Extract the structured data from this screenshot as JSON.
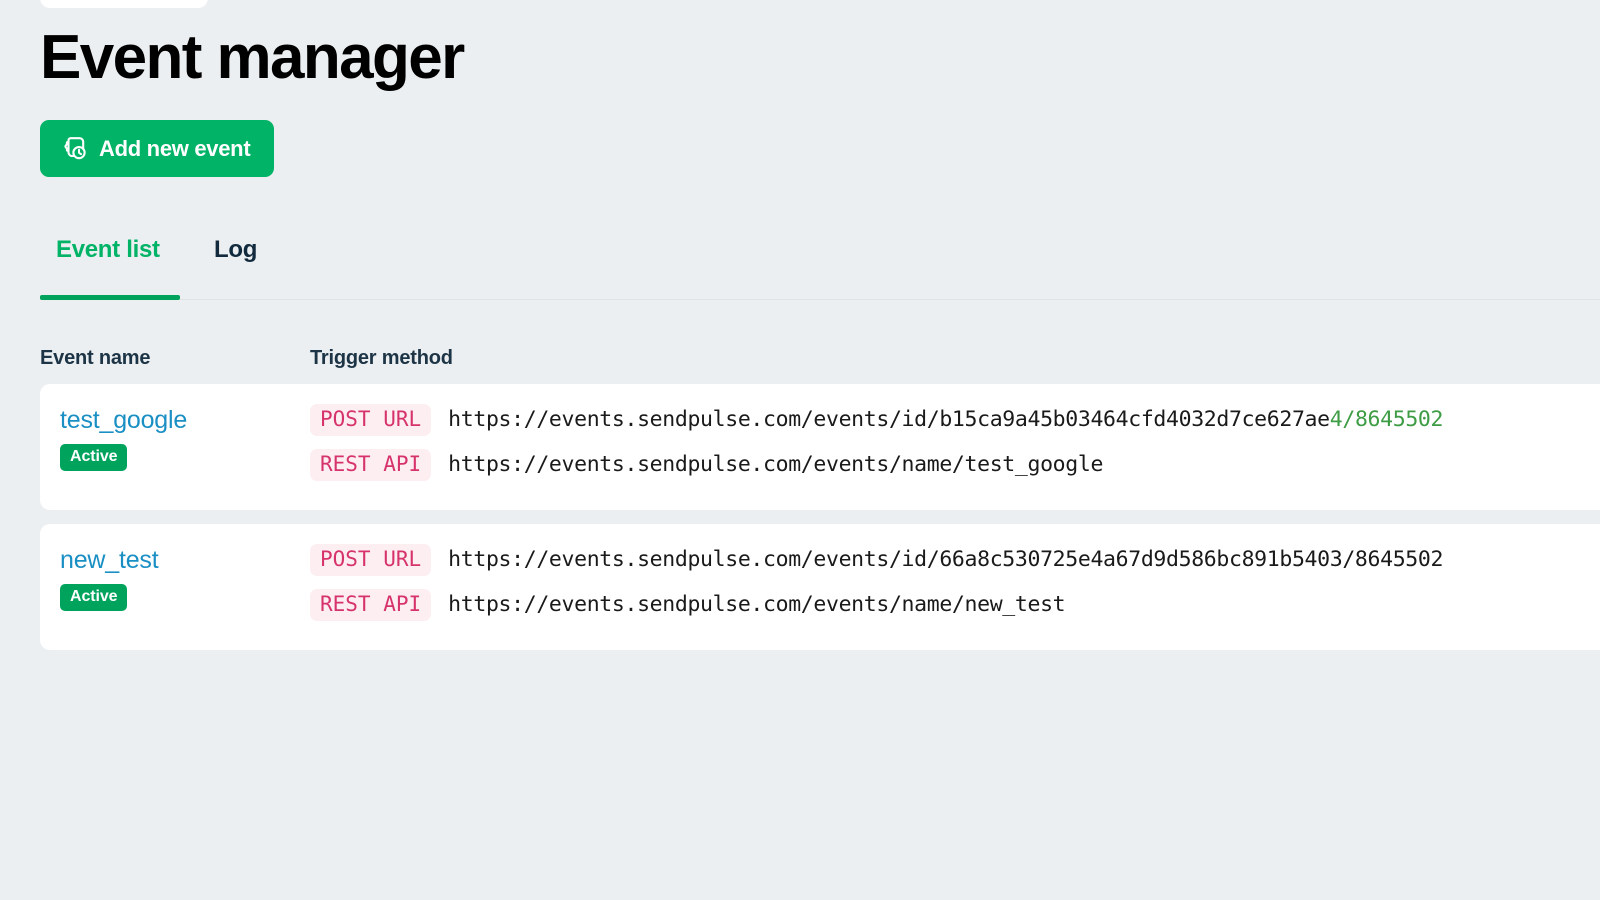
{
  "page": {
    "title": "Event manager",
    "background_color": "#eceff1"
  },
  "actions": {
    "add_event": {
      "label": "Add new event",
      "icon": "event-clock-icon",
      "color": "#00b366"
    }
  },
  "tabs": {
    "items": [
      {
        "label": "Event list",
        "active": true
      },
      {
        "label": "Log",
        "active": false
      }
    ],
    "active_color": "#00b366",
    "inactive_color": "#122a3d"
  },
  "table": {
    "columns": [
      {
        "key": "event_name",
        "label": "Event name"
      },
      {
        "key": "trigger_method",
        "label": "Trigger method"
      }
    ],
    "rows": [
      {
        "event_name": "test_google",
        "status": "Active",
        "status_color": "#00a35c",
        "triggers": [
          {
            "method": "POST URL",
            "url": "https://events.sendpulse.com/events/id/b15ca9a45b03464cfd4032d7ce627ae",
            "url_tail": "4/8645502",
            "url_tail_color": "#3d9c44"
          },
          {
            "method": "REST API",
            "url": "https://events.sendpulse.com/events/name/test_google",
            "url_tail": "",
            "url_tail_color": ""
          }
        ]
      },
      {
        "event_name": "new_test",
        "status": "Active",
        "status_color": "#00a35c",
        "triggers": [
          {
            "method": "POST URL",
            "url": "https://events.sendpulse.com/events/id/66a8c530725e4a67d9d586bc891b5403/8645502",
            "url_tail": "",
            "url_tail_color": ""
          },
          {
            "method": "REST API",
            "url": "https://events.sendpulse.com/events/name/new_test",
            "url_tail": "",
            "url_tail_color": ""
          }
        ]
      }
    ]
  }
}
